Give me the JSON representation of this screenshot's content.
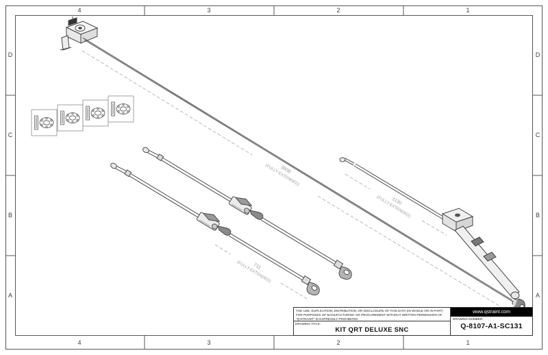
{
  "frame": {
    "cols": [
      "4",
      "3",
      "2",
      "1"
    ],
    "rows": [
      "D",
      "C",
      "B",
      "A"
    ]
  },
  "dims": {
    "d3908": {
      "value": "3908",
      "note": "(FULLY EXTENDED)"
    },
    "d1130": {
      "value": "1130",
      "note": "(FULLY EXTENDED)"
    },
    "d711": {
      "value": "711",
      "note": "(FULLY EXTENDED)"
    }
  },
  "title_block": {
    "legal": "THE USE, DUPLICATION, DISTRIBUTION, OR DISCLOSURE OF THIS DATA (IN WHOLE OR IN PART) FOR PURPOSES OF MANUFACTURING OR PROCUREMENT WITHOUT WRITTEN PERMISSION OF \"Q'STRAINT\" IS EXPRESSLY PROHIBITED.",
    "website": "www.qstraint.com",
    "drawing_title_label": "DRAWING TITLE:",
    "drawing_title": "KIT QRT DELUXE SNC",
    "drawing_number_label": "DRAWING NUMBER:",
    "drawing_number": "Q-8107-A1-SC131"
  }
}
